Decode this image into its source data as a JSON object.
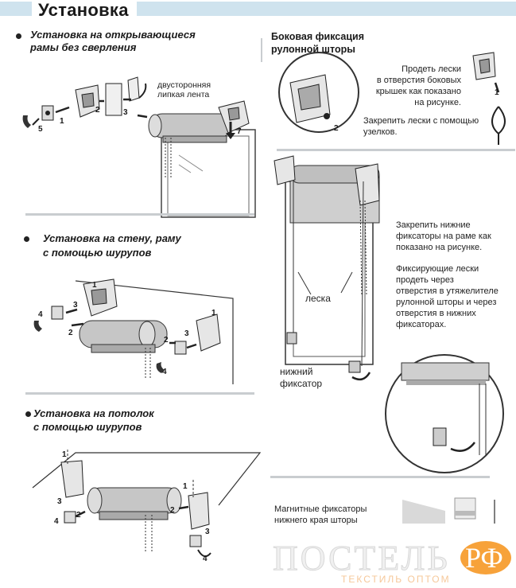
{
  "header": {
    "title": "Установка"
  },
  "sections": {
    "s1": {
      "line1": "Установка на открывающиеся",
      "line2": "рамы без сверления",
      "tape_label_1": "двусторонняя",
      "tape_label_2": "липкая лента"
    },
    "s2": {
      "line1": "Установка на стену, раму",
      "line2": "с помощью шурупов"
    },
    "s3": {
      "line1": "Установка на потолок",
      "line2": "с помощью шурупов"
    },
    "right": {
      "title1": "Боковая фиксация",
      "title2": "рулонной шторы",
      "note1_l1": "Продеть лески",
      "note1_l2": "в отверстия боковых",
      "note1_l3": "крышек как показано",
      "note1_l4": "на рисунке.",
      "note2_l1": "Закрепить лески с помощью",
      "note2_l2": "узелков.",
      "note3_l1": "Закрепить нижние",
      "note3_l2": "фиксаторы на раме как",
      "note3_l3": "показано на рисунке.",
      "note4_l1": "Фиксирующие лески",
      "note4_l2": "продеть через",
      "note4_l3": "отверстия в утяжелителе",
      "note4_l4": "рулонной шторы и через",
      "note4_l5": "отверстия в нижних",
      "note4_l6": "фиксаторах.",
      "label_leska": "леска",
      "label_fix1": "нижний",
      "label_fix2": "фиксатор",
      "magnet_l1": "Магнитные фиксаторы",
      "magnet_l2": "нижнего края шторы"
    }
  },
  "numbers": [
    "1",
    "2",
    "3",
    "4",
    "5",
    "7"
  ],
  "logo": {
    "word": "ПОСТЕЛЬ",
    "badge": "РФ",
    "sub": "ТЕКСТИЛЬ ОПТОМ"
  },
  "colors": {
    "header_bar": "#cfe3ee",
    "divider": "#c9cdd0",
    "logo_orange": "#f7a23a"
  }
}
